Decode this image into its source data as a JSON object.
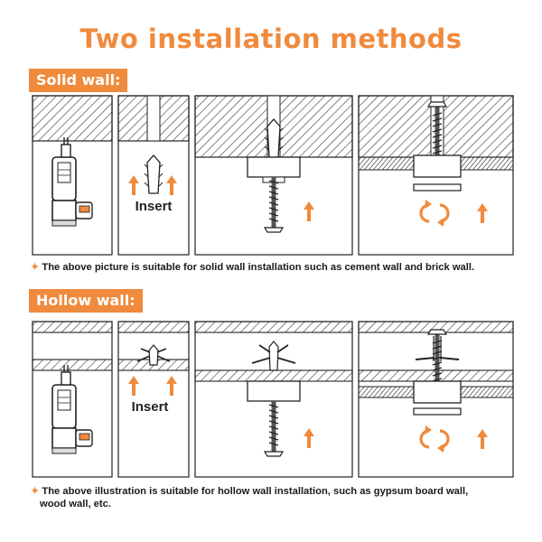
{
  "title": "Two installation methods",
  "solid": {
    "label": "Solid wall:",
    "insert_label": "Insert",
    "note": "The above picture is suitable for solid wall installation such as cement wall and brick wall."
  },
  "hollow": {
    "label": "Hollow wall:",
    "insert_label": "Insert",
    "note_line1": "The above illustration is suitable for hollow wall installation, such as gypsum board wall,",
    "note_line2": "wood wall, etc."
  },
  "colors": {
    "accent": "#f08a3c",
    "line": "#333333"
  },
  "icons": [
    "drill-icon",
    "anchor-icon",
    "screw-icon",
    "arrow-up-icon",
    "rotate-icon"
  ]
}
